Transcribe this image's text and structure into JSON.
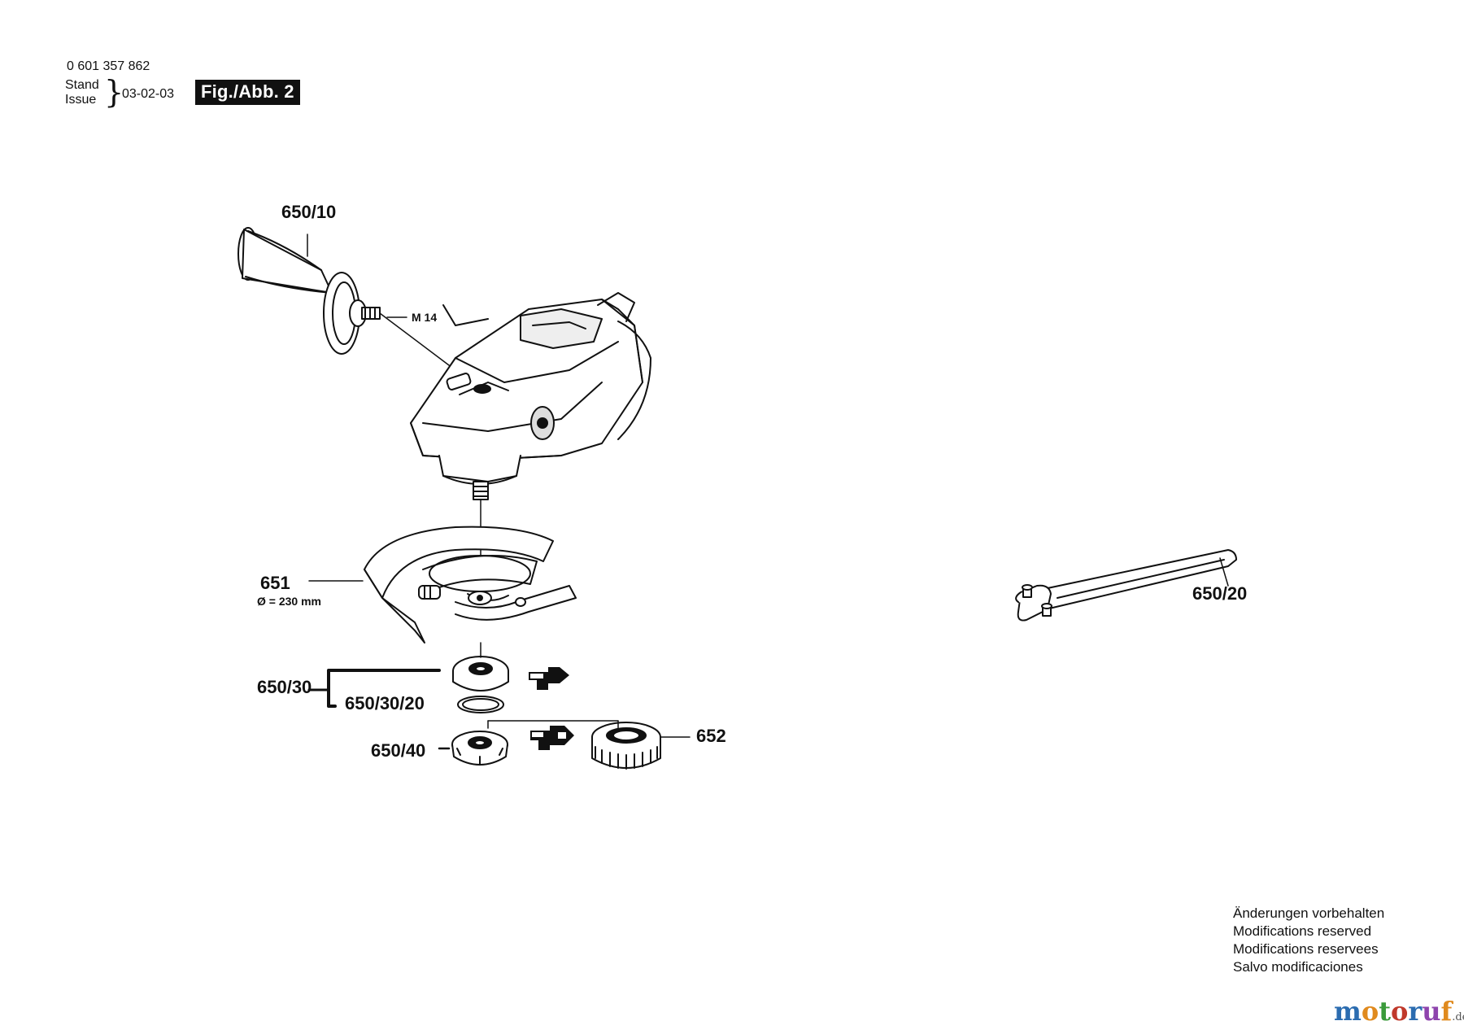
{
  "header": {
    "part_number": "0 601 357 862",
    "stand_label": "Stand",
    "issue_label": "Issue",
    "date": "03-02-03",
    "figure_label": "Fig./Abb. 2"
  },
  "labels": {
    "aux_handle": "650/10",
    "thread": "M 14",
    "guard": "651",
    "guard_dia": "Ø = 230 mm",
    "flange_set": "650/30",
    "o_ring": "650/30/20",
    "clamp_nut": "650/40",
    "quick_nut": "652",
    "spanner": "650/20"
  },
  "notes": [
    "Änderungen vorbehalten",
    "Modifications reserved",
    "Modifications reservees",
    "Salvo modificaciones"
  ],
  "watermark": {
    "letters": [
      "m",
      "o",
      "t",
      "o",
      "r",
      "u",
      "f"
    ],
    "colors": [
      "#2b6cb0",
      "#e08a1e",
      "#3a9a3a",
      "#c0392b",
      "#2b6cb0",
      "#8e44ad",
      "#e08a1e"
    ],
    "suffix": ".de"
  }
}
